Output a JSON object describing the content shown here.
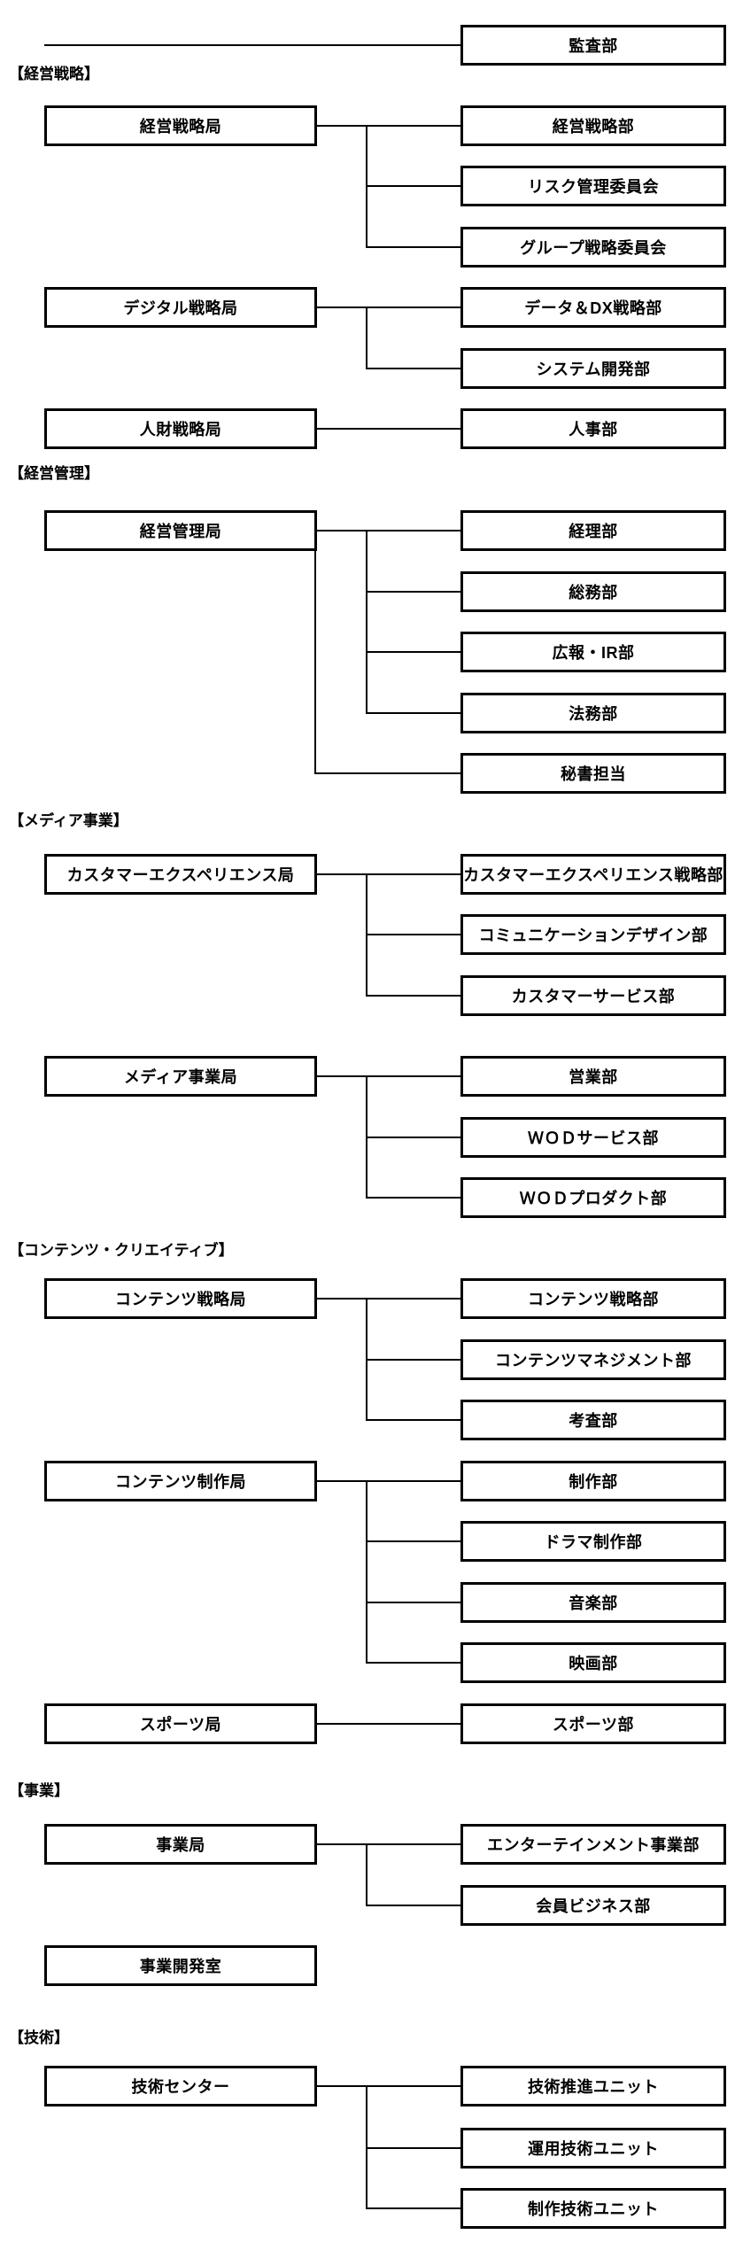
{
  "colors": {
    "background": "#ffffff",
    "line": "#000000",
    "box_border": "#000000",
    "box_fill": "#ffffff",
    "text": "#000000"
  },
  "audit": {
    "label": "監査部"
  },
  "sections": [
    {
      "header": "【経営戦略】",
      "groups": [
        {
          "parent": "経営戦略局",
          "children": [
            "経営戦略部",
            "リスク管理委員会",
            "グループ戦略委員会"
          ]
        },
        {
          "parent": "デジタル戦略局",
          "children": [
            "データ＆DX戦略部",
            "システム開発部"
          ]
        },
        {
          "parent": "人財戦略局",
          "children": [
            "人事部"
          ]
        }
      ]
    },
    {
      "header": "【経営管理】",
      "groups": [
        {
          "parent": "経営管理局",
          "children": [
            "経理部",
            "総務部",
            "広報・IR部",
            "法務部",
            "秘書担当"
          ]
        }
      ]
    },
    {
      "header": "【メディア事業】",
      "groups": [
        {
          "parent": "カスタマーエクスペリエンス局",
          "children": [
            "カスタマーエクスペリエンス戦略部",
            "コミュニケーションデザイン部",
            "カスタマーサービス部"
          ]
        },
        {
          "parent": "メディア事業局",
          "children": [
            "営業部",
            "ＷＯＤサービス部",
            "ＷＯＤプロダクト部"
          ]
        }
      ]
    },
    {
      "header": "【コンテンツ・クリエイティブ】",
      "groups": [
        {
          "parent": "コンテンツ戦略局",
          "children": [
            "コンテンツ戦略部",
            "コンテンツマネジメント部",
            "考査部"
          ]
        },
        {
          "parent": "コンテンツ制作局",
          "children": [
            "制作部",
            "ドラマ制作部",
            "音楽部",
            "映画部"
          ]
        },
        {
          "parent": "スポーツ局",
          "children": [
            "スポーツ部"
          ]
        }
      ]
    },
    {
      "header": "【事業】",
      "groups": [
        {
          "parent": "事業局",
          "children": [
            "エンターテインメント事業部",
            "会員ビジネス部"
          ]
        },
        {
          "parent": "事業開発室",
          "children": []
        }
      ]
    },
    {
      "header": "【技術】",
      "groups": [
        {
          "parent": "技術センター",
          "children": [
            "技術推進ユニット",
            "運用技術ユニット",
            "制作技術ユニット"
          ]
        }
      ]
    }
  ]
}
